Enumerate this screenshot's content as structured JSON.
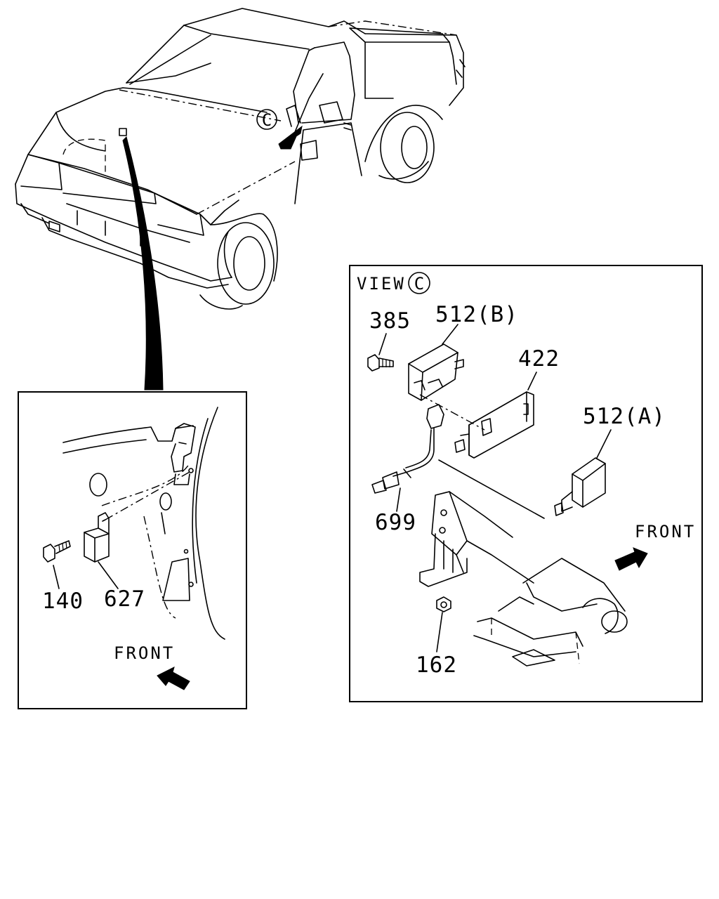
{
  "view_panel": {
    "title": "VIEW",
    "marker": "C",
    "front_label": "FRONT",
    "callouts": {
      "p385": "385",
      "p512b": "512(B)",
      "p422": "422",
      "p512a": "512(A)",
      "p699": "699",
      "p162": "162"
    }
  },
  "truck_view": {
    "marker": "C"
  },
  "detail_panel": {
    "front_label": "FRONT",
    "callouts": {
      "p140": "140",
      "p627": "627"
    }
  }
}
